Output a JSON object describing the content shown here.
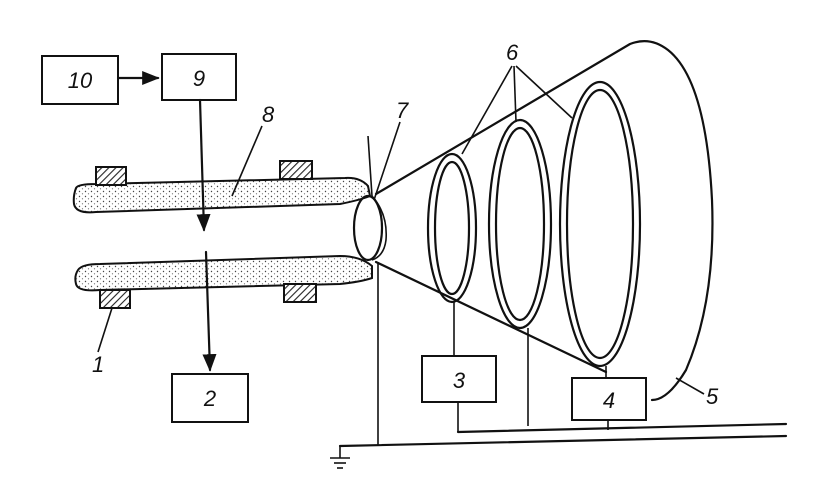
{
  "diagram": {
    "blocks": [
      {
        "id": "block-10",
        "label": "10"
      },
      {
        "id": "block-9",
        "label": "9"
      },
      {
        "id": "block-2",
        "label": "2"
      },
      {
        "id": "block-3",
        "label": "3"
      },
      {
        "id": "block-4",
        "label": "4"
      }
    ],
    "callouts": {
      "magnet": "1",
      "chamber": "5",
      "rings": "6",
      "aperture": "7",
      "tube": "8"
    }
  }
}
